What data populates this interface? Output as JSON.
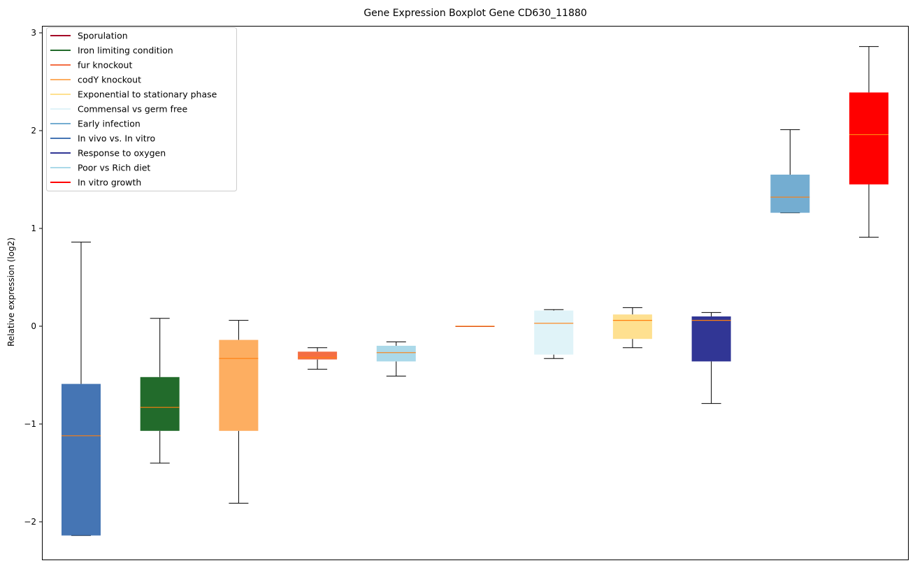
{
  "chart_data": {
    "type": "box",
    "title": "Gene Expression Boxplot Gene CD630_11880",
    "xlabel": "",
    "ylabel": "Relative expression (log2)",
    "ylim": [
      -2.4,
      3.08
    ],
    "yticks": [
      -2,
      -1,
      0,
      1,
      2,
      3
    ],
    "ytick_labels": [
      "−2",
      "−1",
      "0",
      "1",
      "2",
      "3"
    ],
    "grid": false,
    "legend_position": "top-left",
    "median_color": "#ff7f0e",
    "series": [
      {
        "name": "In vivo vs. In vitro",
        "color": "#4575b4",
        "whislo": -2.14,
        "q1": -2.14,
        "med": -1.12,
        "q3": -0.59,
        "whishi": 0.86
      },
      {
        "name": "Iron limiting condition",
        "color": "#226b2b",
        "whislo": -1.4,
        "q1": -1.07,
        "med": -0.83,
        "q3": -0.52,
        "whishi": 0.08
      },
      {
        "name": "codY knockout",
        "color": "#fdae61",
        "whislo": -1.81,
        "q1": -1.07,
        "med": -0.33,
        "q3": -0.14,
        "whishi": 0.06
      },
      {
        "name": "fur knockout",
        "color": "#f46d43",
        "whislo": -0.44,
        "q1": -0.34,
        "med": -0.32,
        "q3": -0.26,
        "whishi": -0.22
      },
      {
        "name": "Poor vs Rich diet",
        "color": "#abd9e9",
        "whislo": -0.51,
        "q1": -0.36,
        "med": -0.27,
        "q3": -0.2,
        "whishi": -0.16
      },
      {
        "name": "Sporulation",
        "color": "#a50026",
        "whislo": 0.0,
        "q1": 0.0,
        "med": 0.0,
        "q3": 0.0,
        "whishi": 0.0
      },
      {
        "name": "Commensal vs germ free",
        "color": "#e0f3f8",
        "whislo": -0.33,
        "q1": -0.29,
        "med": 0.03,
        "q3": 0.16,
        "whishi": 0.17
      },
      {
        "name": "Exponential to stationary phase",
        "color": "#fee090",
        "whislo": -0.22,
        "q1": -0.13,
        "med": 0.06,
        "q3": 0.12,
        "whishi": 0.19
      },
      {
        "name": "Response to oxygen",
        "color": "#313695",
        "whislo": -0.79,
        "q1": -0.36,
        "med": 0.06,
        "q3": 0.1,
        "whishi": 0.14
      },
      {
        "name": "Early infection",
        "color": "#74add1",
        "whislo": 1.16,
        "q1": 1.16,
        "med": 1.32,
        "q3": 1.55,
        "whishi": 2.01
      },
      {
        "name": "In vitro growth",
        "color": "#ff0000",
        "whislo": 0.91,
        "q1": 1.45,
        "med": 1.96,
        "q3": 2.39,
        "whishi": 2.86
      }
    ],
    "legend": [
      {
        "label": "Sporulation",
        "color": "#a50026"
      },
      {
        "label": "Iron limiting condition",
        "color": "#226b2b"
      },
      {
        "label": "fur knockout",
        "color": "#f46d43"
      },
      {
        "label": "codY knockout",
        "color": "#fdae61"
      },
      {
        "label": "Exponential to stationary phase",
        "color": "#fee090"
      },
      {
        "label": "Commensal vs germ free",
        "color": "#e0f3f8"
      },
      {
        "label": "Early infection",
        "color": "#74add1"
      },
      {
        "label": "In vivo vs. In vitro",
        "color": "#4575b4"
      },
      {
        "label": "Response to oxygen",
        "color": "#313695"
      },
      {
        "label": "Poor vs Rich diet",
        "color": "#abd9e9"
      },
      {
        "label": "In vitro growth",
        "color": "#ff0000"
      }
    ]
  }
}
